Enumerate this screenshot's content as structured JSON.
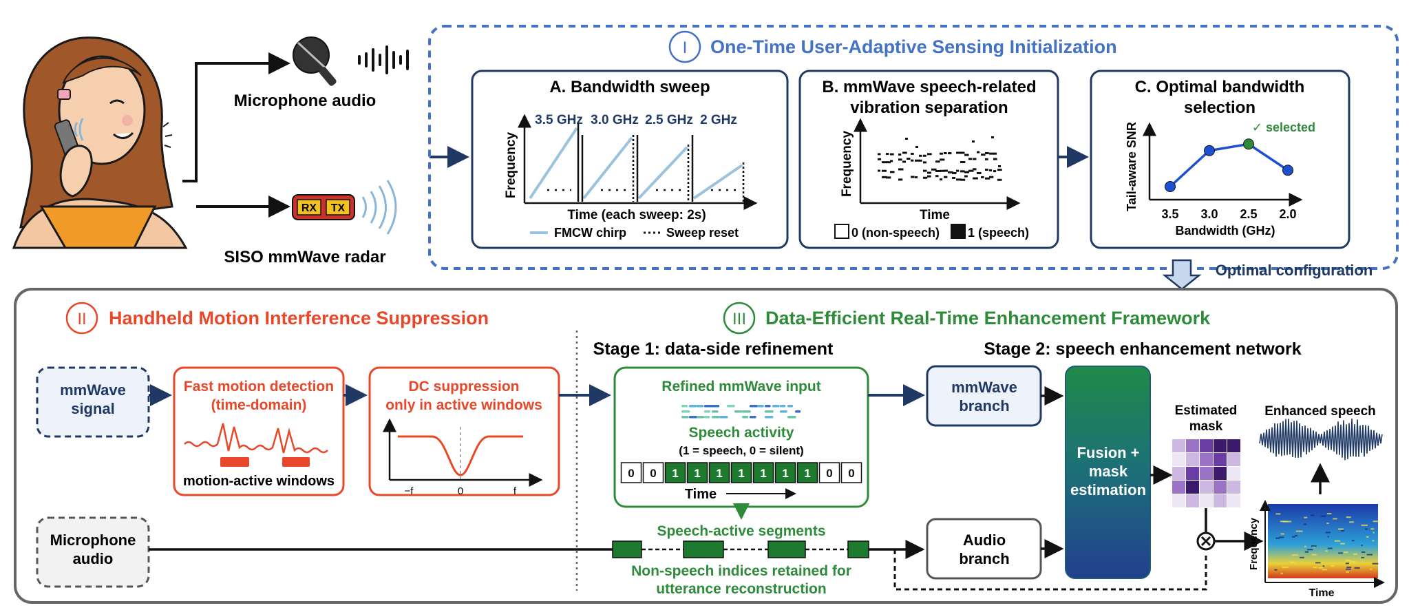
{
  "inputs": {
    "microphone_audio": "Microphone audio",
    "radar": "SISO mmWave radar",
    "radar_rx": "RX",
    "radar_tx": "TX"
  },
  "section1": {
    "numeral": "I",
    "title": "One-Time User-Adaptive Sensing Initialization",
    "output_label": "Optimal configuration",
    "panel_a": {
      "title": "A. Bandwidth sweep",
      "bandwidths": [
        "3.5 GHz",
        "3.0 GHz",
        "2.5 GHz",
        "2 GHz"
      ],
      "ylabel": "Frequency",
      "xlabel": "Time (each sweep: 2s)",
      "legend_chirp": "FMCW chirp",
      "legend_reset": "Sweep reset"
    },
    "panel_b": {
      "title_line1": "B. mmWave speech-related",
      "title_line2": "vibration separation",
      "ylabel": "Frequency",
      "xlabel": "Time",
      "legend_zero": "0 (non-speech)",
      "legend_one": "1 (speech)"
    },
    "panel_c": {
      "title_line1": "C. Optimal bandwidth",
      "title_line2": "selection",
      "ylabel": "Tail-aware SNR",
      "xlabel": "Bandwidth (GHz)",
      "selected_label": "✓ selected"
    }
  },
  "chart_data": {
    "type": "line",
    "title": "C. Optimal bandwidth selection",
    "xlabel": "Bandwidth (GHz)",
    "ylabel": "Tail-aware SNR",
    "categories": [
      "3.5",
      "3.0",
      "2.5",
      "2.0"
    ],
    "values": [
      0.2,
      0.75,
      0.85,
      0.45
    ],
    "selected_index": 2,
    "colors": {
      "line": "#1f4fd1",
      "selected": "#2e8b3a"
    }
  },
  "section2": {
    "numeral": "II",
    "title": "Handheld Motion Interference Suppression",
    "mmwave_signal_line1": "mmWave",
    "mmwave_signal_line2": "signal",
    "fast_motion_line1": "Fast motion detection",
    "fast_motion_line2": "(time-domain)",
    "motion_windows": "motion-active windows",
    "dc_line1": "DC suppression",
    "dc_line2": "only in active windows",
    "dc_ticks": [
      "−f",
      "0",
      "f"
    ],
    "mic_line1": "Microphone",
    "mic_line2": "audio"
  },
  "section3": {
    "numeral": "III",
    "title": "Data-Efficient Real-Time Enhancement Framework",
    "stage1": "Stage 1: data-side refinement",
    "stage2": "Stage 2: speech enhancement network",
    "refined_input": "Refined mmWave input",
    "speech_activity": "Speech activity",
    "speech_activity_note": "(1 = speech, 0 = silent)",
    "activity_bits": [
      "0",
      "0",
      "1",
      "1",
      "1",
      "1",
      "1",
      "1",
      "1",
      "0",
      "0"
    ],
    "time_label": "Time",
    "speech_active_segments": "Speech-active segments",
    "non_speech_line1": "Non-speech indices retained for",
    "non_speech_line2": "utterance reconstruction",
    "mmwave_branch_line1": "mmWave",
    "mmwave_branch_line2": "branch",
    "audio_branch_line1": "Audio",
    "audio_branch_line2": "branch",
    "fusion_line1": "Fusion +",
    "fusion_line2": "mask",
    "fusion_line3": "estimation",
    "mask_line1": "Estimated",
    "mask_line2": "mask",
    "enhanced_speech": "Enhanced speech",
    "spec_ylabel": "Frequency",
    "spec_xlabel": "Time"
  },
  "colors": {
    "navy": "#1f3864",
    "blue_accent": "#4472c4",
    "red_accent": "#e8472a",
    "green_accent": "#2e8b3a",
    "green_block": "#1e7a2e",
    "chirp": "#9cc3de"
  }
}
